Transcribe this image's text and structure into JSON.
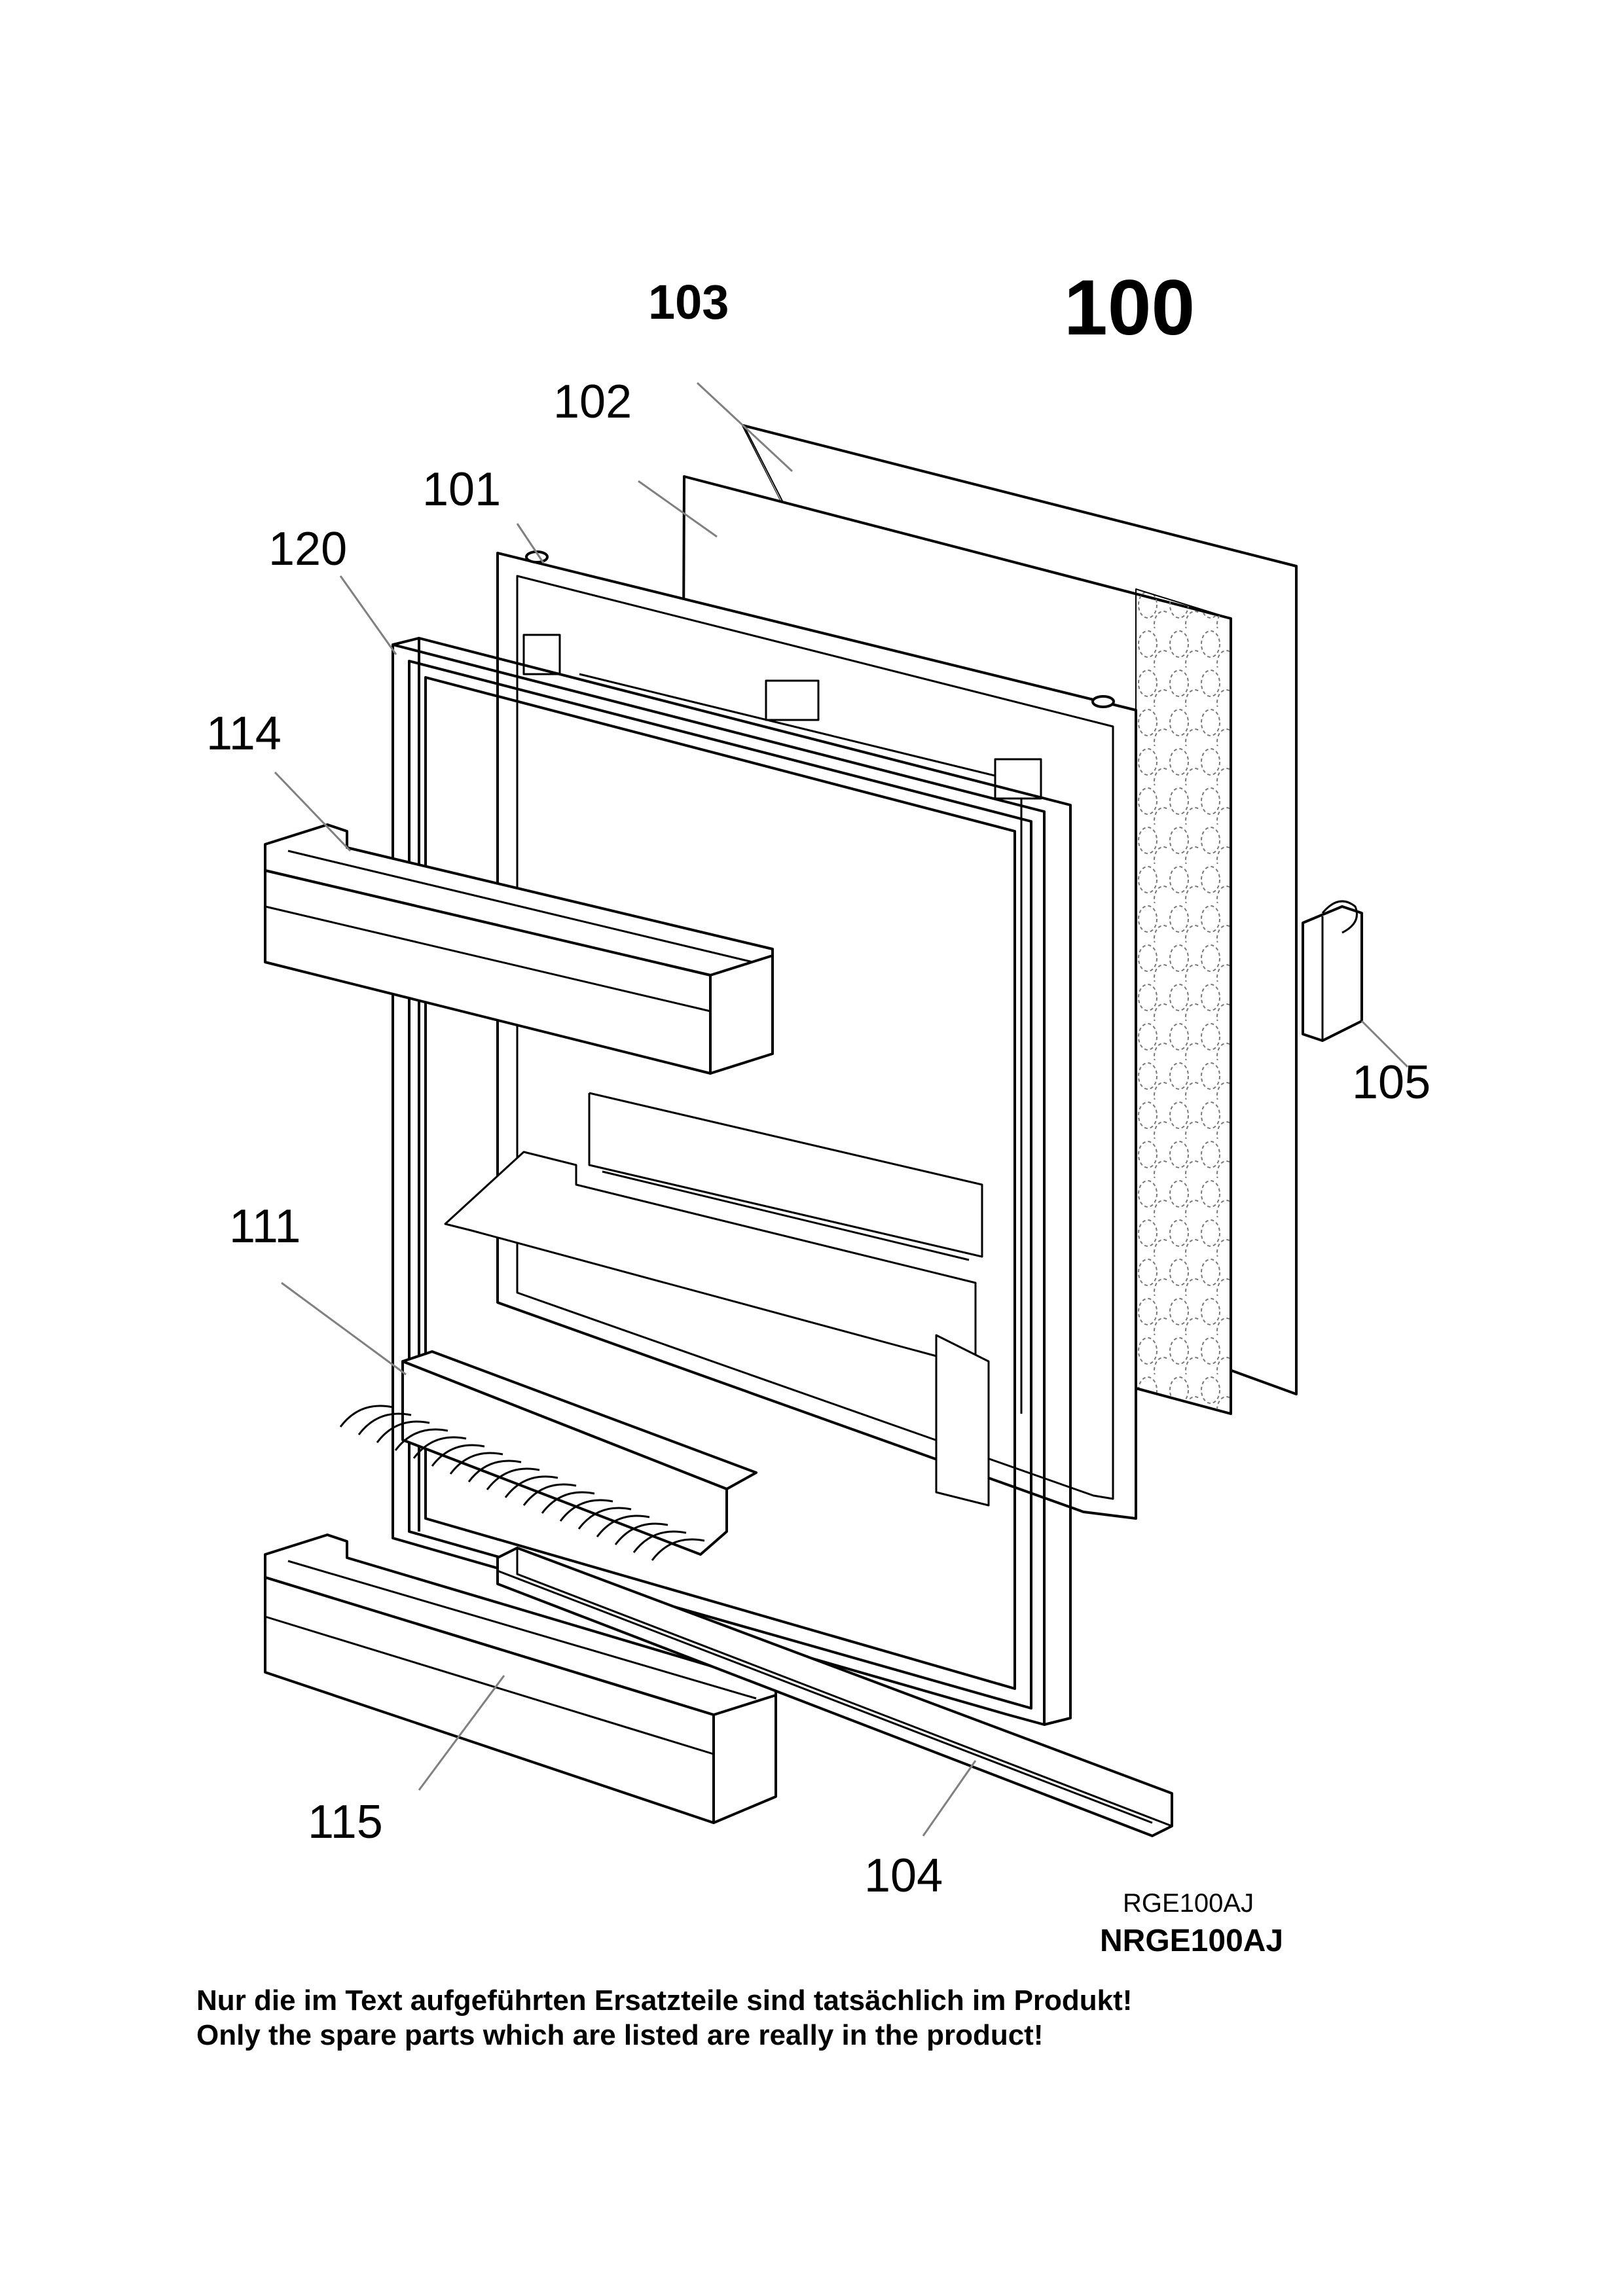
{
  "callouts": {
    "c100": "100",
    "c101": "101",
    "c102": "102",
    "c103": "103",
    "c104": "104",
    "c105": "105",
    "c111": "111",
    "c114": "114",
    "c115": "115",
    "c120": "120"
  },
  "drawing_codes": {
    "ref": "RGE100AJ",
    "ref_bold": "NRGE100AJ"
  },
  "notes": {
    "german": "Nur die im Text aufgeführten Ersatzteile sind tatsächlich im Produkt!",
    "english": "Only the spare parts which are listed are really in the product!"
  },
  "colors": {
    "line": "#000000",
    "leader": "#808080",
    "background": "#ffffff"
  }
}
